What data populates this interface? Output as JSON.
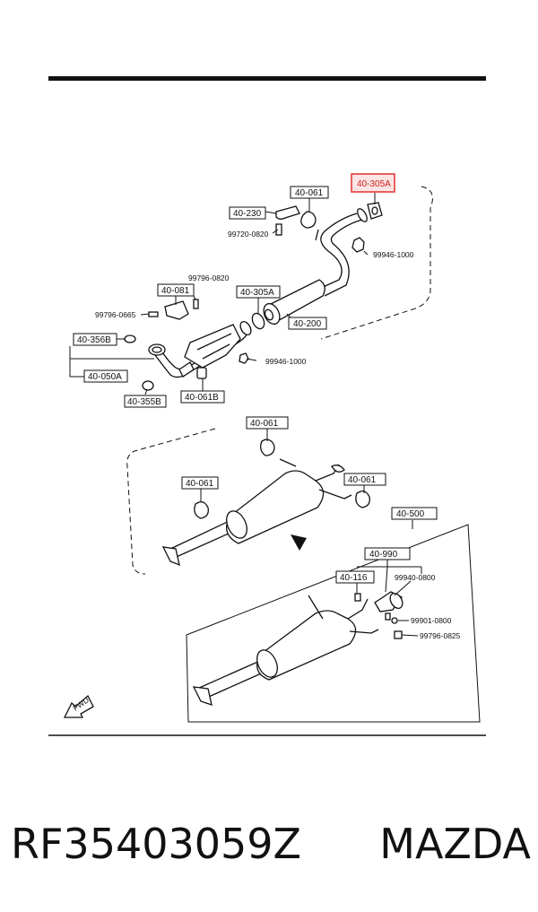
{
  "labels": {
    "l_40305A_top": "40-305A",
    "l_40061_a": "40-061",
    "l_40230": "40-230",
    "l_99720": "99720-0820",
    "l_99946_a": "99946-1000",
    "l_99796_a": "99796-0820",
    "l_40081": "40-081",
    "l_99796_b": "99796-0665",
    "l_40305A_mid": "40-305A",
    "l_40200": "40-200",
    "l_40356B": "40-356B",
    "l_40050A": "40-050A",
    "l_99946_b": "99946-1000",
    "l_40355B": "40-355B",
    "l_40061B": "40-061B",
    "l_40061_b": "40-061",
    "l_40061_c": "40-061",
    "l_40061_d": "40-061",
    "l_40500": "40-500",
    "l_40990": "40-990",
    "l_40116": "40-116",
    "l_99940": "99940-0800",
    "l_99901": "99901-0800",
    "l_99796_c": "99796-0825",
    "fwd": "FWD"
  },
  "highlight_color": "#e03030",
  "caption": {
    "part_number": "RF35403059Z",
    "brand": "MAZDA"
  }
}
